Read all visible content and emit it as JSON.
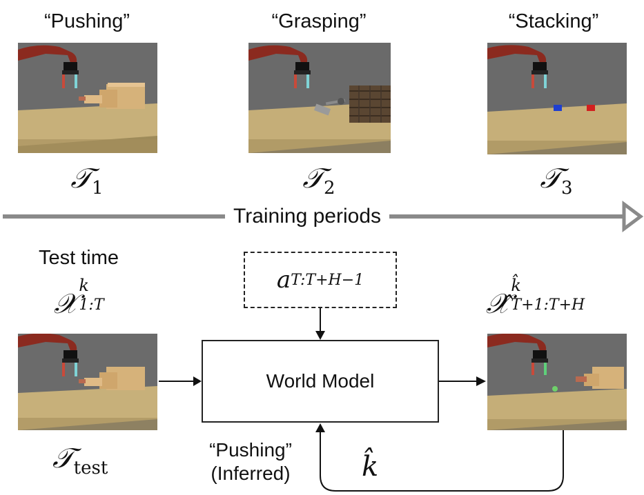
{
  "tasks": [
    {
      "label": "“Pushing”",
      "symbol": "𝒯",
      "subscript": "1"
    },
    {
      "label": "“Grasping”",
      "symbol": "𝒯",
      "subscript": "2"
    },
    {
      "label": "“Stacking”",
      "symbol": "𝒯",
      "subscript": "3"
    }
  ],
  "timeline": {
    "label": "Training periods"
  },
  "test": {
    "label": "Test time",
    "input_symbol": "𝒳",
    "input_superscript": "k",
    "input_subscript": "1:T",
    "task_symbol": "𝒯",
    "task_subscript": "test"
  },
  "action": {
    "symbol": "a",
    "subscript": "T:T+H−1"
  },
  "world_model": {
    "label": "World Model"
  },
  "output": {
    "symbol": "𝒳̂",
    "superscript": "k̂",
    "subscript": "T+1:T+H"
  },
  "feedback": {
    "inferred_label_line1": "“Pushing”",
    "inferred_label_line2": "(Inferred)",
    "k_hat": "k̂"
  },
  "colors": {
    "timeline_arrow": "#8a8a8a",
    "robot": "#8b2a1f",
    "table": "#c8b27a",
    "background": "#6c6c6c"
  }
}
